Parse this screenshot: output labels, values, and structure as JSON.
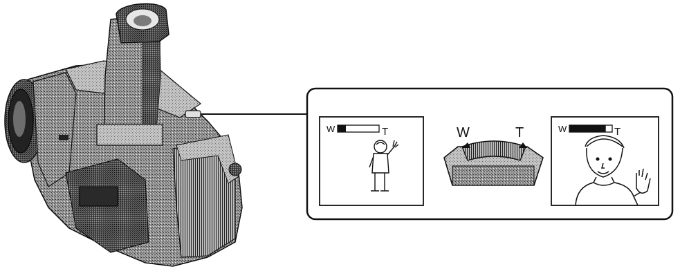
{
  "diagram": {
    "callout": {
      "panel_left": {
        "zoom_bar": {
          "wide_label": "W",
          "tele_label": "T",
          "level": 0.2
        }
      },
      "panel_middle": {
        "wide_label": "W",
        "tele_label": "T"
      },
      "panel_right": {
        "zoom_bar": {
          "wide_label": "W",
          "tele_label": "T",
          "level": 0.85
        }
      }
    }
  },
  "colors": {
    "line": "#111111",
    "camera_dark": "#3a3a3a",
    "camera_mid": "#8a8a8a",
    "camera_light": "#c8c8c8",
    "background": "#ffffff"
  }
}
